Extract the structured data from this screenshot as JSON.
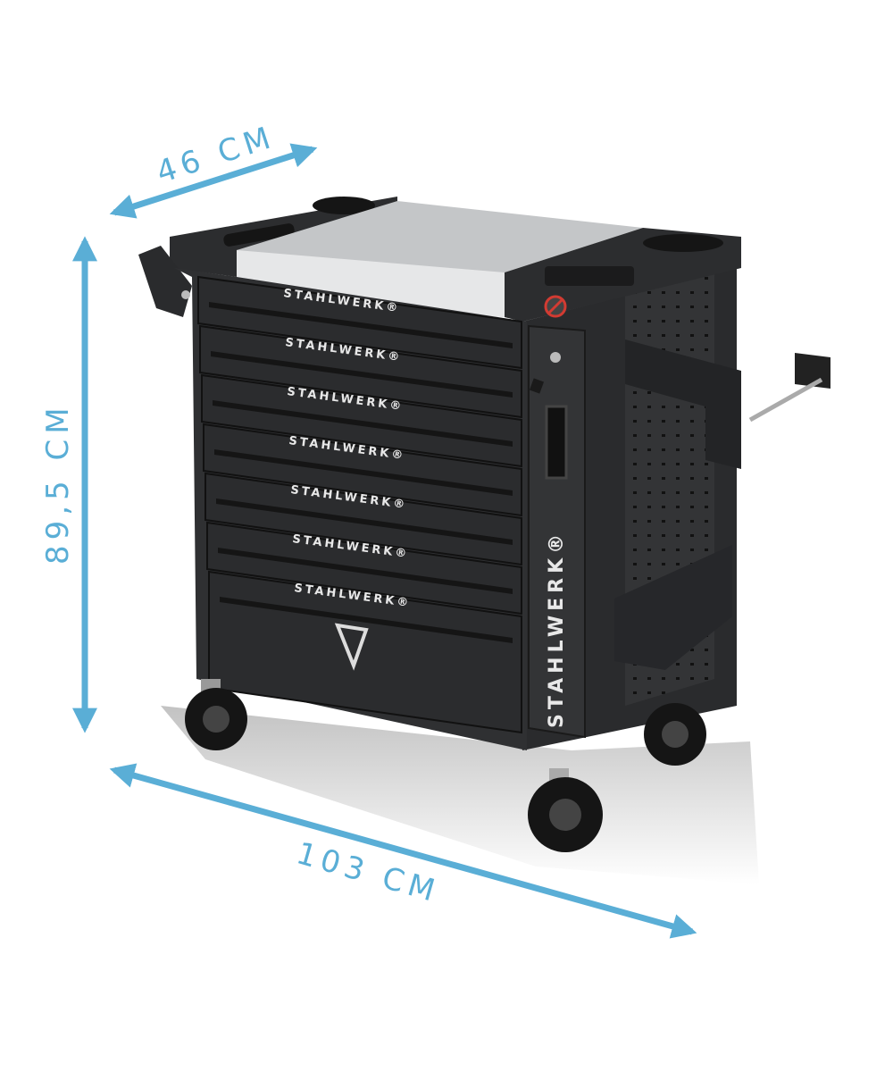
{
  "product": {
    "brand": "STAHLWERK®",
    "drawer_count": 7
  },
  "dimensions": {
    "depth": "46 CM",
    "height": "89,5 CM",
    "width": "103 CM"
  },
  "colors": {
    "dimension_arrow": "#5aaed6",
    "cart_body": "#2e2f31",
    "tray": "#bfc1c3"
  }
}
